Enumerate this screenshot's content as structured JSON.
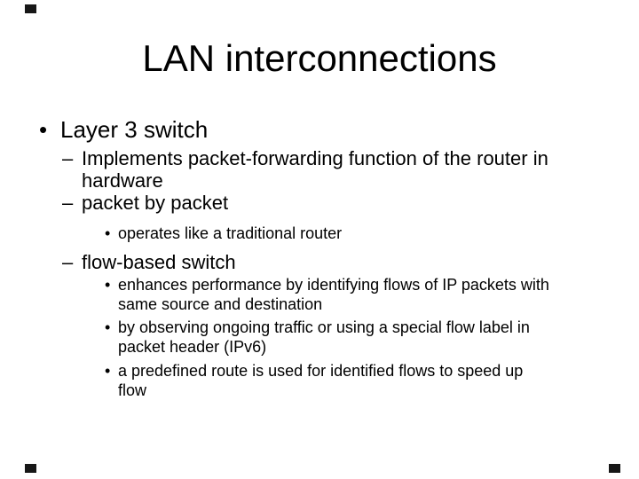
{
  "slide": {
    "title": "LAN interconnections",
    "items": [
      {
        "level": 1,
        "marker": "•",
        "text": "Layer 3 switch"
      },
      {
        "level": 2,
        "marker": "–",
        "text": "Implements packet-forwarding function of the router in\nhardware"
      },
      {
        "level": 2,
        "marker": "–",
        "text": "packet by packet"
      },
      {
        "level": 3,
        "marker": "•",
        "text": "operates like a traditional router"
      },
      {
        "level": 2,
        "marker": "–",
        "text": "flow-based switch"
      },
      {
        "level": 3,
        "marker": "•",
        "text": "enhances performance by identifying flows of IP packets with\nsame source and destination"
      },
      {
        "level": 3,
        "marker": "•",
        "text": "by observing ongoing traffic or using a special flow label in\npacket header (IPv6)"
      },
      {
        "level": 3,
        "marker": "•",
        "text": "a predefined route is used for identified flows to speed up\nflow"
      }
    ]
  },
  "colors": {
    "background": "#ffffff",
    "text": "#000000",
    "corner_mark": "#171717"
  }
}
